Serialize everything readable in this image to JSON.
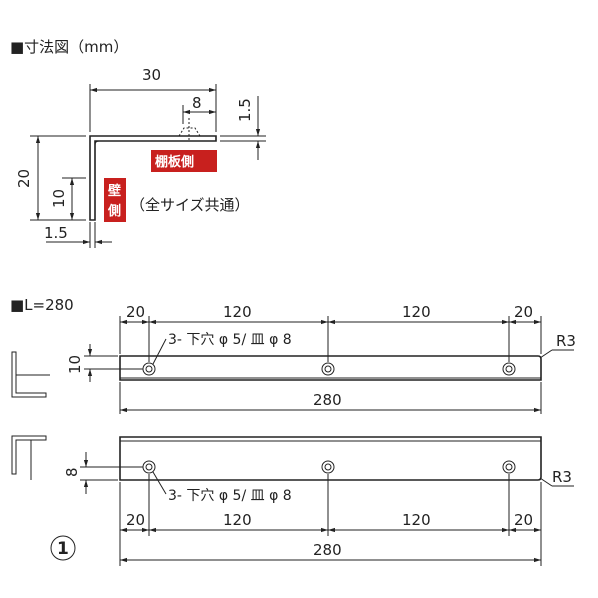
{
  "header": {
    "title": "■寸法図（mm）",
    "l_label": "■L=280"
  },
  "section": {
    "dim_30": "30",
    "dim_8": "8",
    "dim_1_5_top": "1.5",
    "dim_20": "20",
    "dim_10": "10",
    "dim_1_5_bottom": "1.5",
    "label_shelf": "棚板側",
    "label_wall_1": "壁",
    "label_wall_2": "側",
    "note_all_sizes": "（全サイズ共通）"
  },
  "view1": {
    "dim_20_left": "20",
    "dim_120_a": "120",
    "dim_120_b": "120",
    "dim_20_right": "20",
    "hole_note": "3- 下穴 φ 5/ 皿 φ 8",
    "dim_10": "10",
    "radius": "R3",
    "dim_280": "280"
  },
  "view2": {
    "dim_8": "8",
    "hole_note": "3- 下穴 φ 5/ 皿 φ 8",
    "radius": "R3",
    "dim_20_left": "20",
    "dim_120_a": "120",
    "dim_120_b": "120",
    "dim_20_right": "20",
    "dim_280": "280"
  },
  "item_number": "1"
}
